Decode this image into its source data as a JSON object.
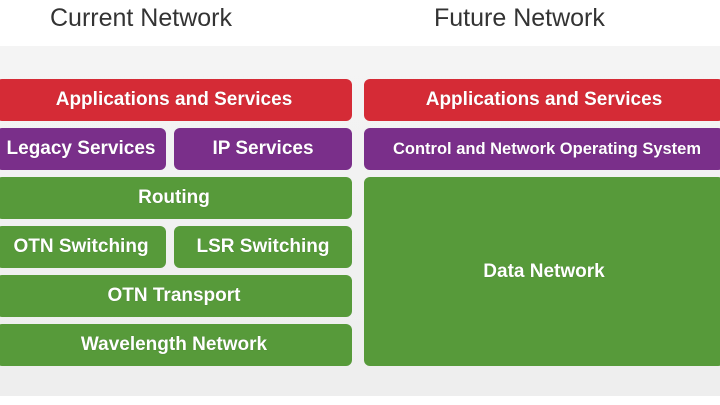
{
  "titles": {
    "current": "Current Network",
    "future": "Future Network"
  },
  "current": {
    "applications": "Applications and Services",
    "legacy": "Legacy Services",
    "ip": "IP Services",
    "routing": "Routing",
    "otn_switching": "OTN Switching",
    "lsr_switching": "LSR Switching",
    "otn_transport": "OTN Transport",
    "wavelength": "Wavelength Network"
  },
  "future": {
    "applications": "Applications and Services",
    "control": "Control and Network Operating System",
    "data": "Data Network"
  },
  "colors": {
    "red": "#d52b36",
    "purple": "#7a2f8a",
    "green": "#579a3a"
  }
}
